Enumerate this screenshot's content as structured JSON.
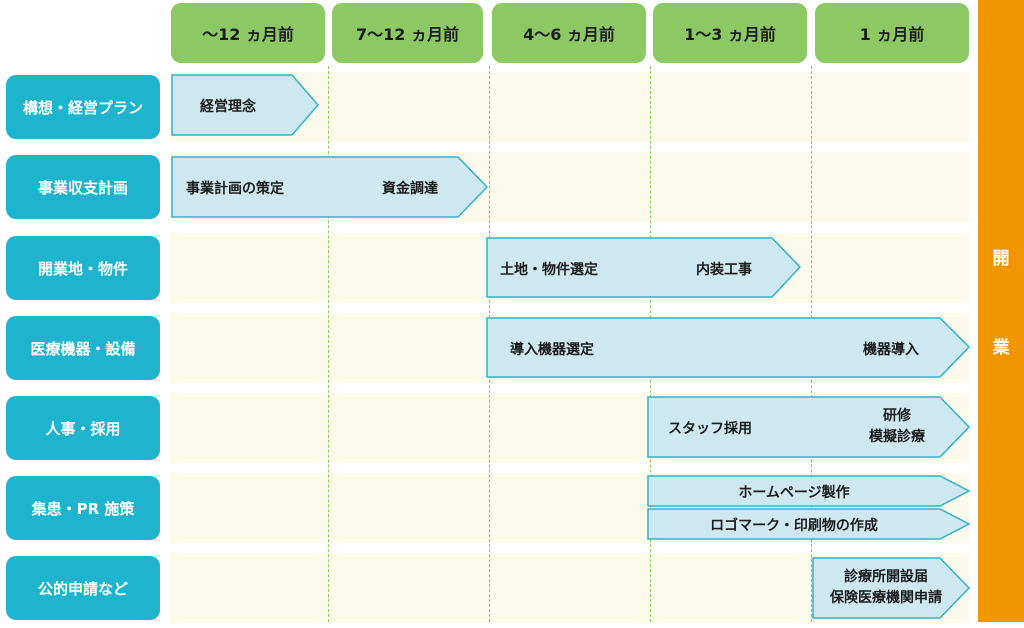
{
  "headers": [
    "〜12 ヵ月前",
    "7〜12 ヵ月前",
    "4〜6 ヵ月前",
    "1〜3 ヵ月前",
    "1 ヵ月前"
  ],
  "categories": [
    "構想・経営プラン",
    "事業収支計画",
    "開業地・物件",
    "医療機器・設備",
    "人事・採用",
    "集患・PR 施策",
    "公的申請など"
  ],
  "opening": [
    "開",
    "業"
  ],
  "tasks": {
    "concept": "経営理念",
    "business_plan": "事業計画の策定",
    "fund_raising": "資金調達",
    "land_selection": "土地・物件選定",
    "interior_work": "内装工事",
    "equipment_selection": "導入機器選定",
    "equipment_install": "機器導入",
    "staff_hiring": "スタッフ採用",
    "training_1": "研修",
    "training_2": "模擬診療",
    "homepage": "ホームページ製作",
    "logo_print": "ロゴマーク・印刷物の作成",
    "filing_1": "診療所開設届",
    "filing_2": "保険医療機関申請"
  },
  "colors": {
    "header_green": "#8cc963",
    "category_teal": "#1fb4cd",
    "opening_orange": "#f29600",
    "arrow_fill": "#cde8f1",
    "arrow_stroke": "#2eb3cc",
    "band_bg": "#fcfaea"
  }
}
